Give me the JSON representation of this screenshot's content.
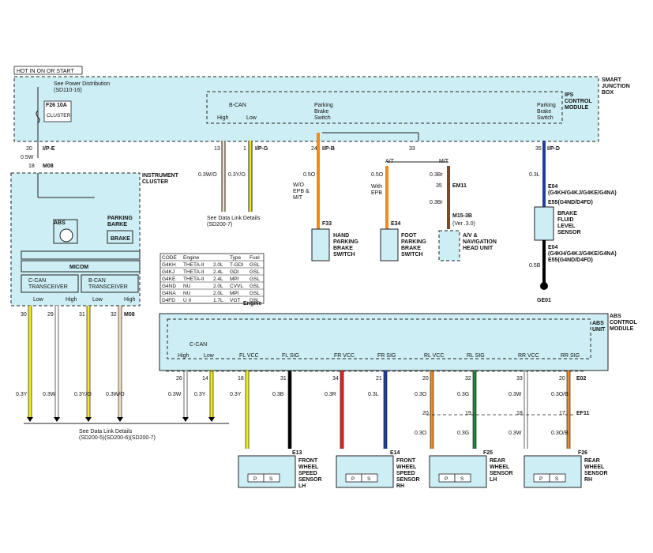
{
  "header_label": "HOT IN ON OR START",
  "sjb": {
    "title": "SMART\nJUNCTION\nBOX",
    "ips": "IPS\nCONTROL\nMODULE",
    "power": "See Power Distribution",
    "power_ref": "(SD110-16)",
    "fuse": "F26 10A",
    "fuse_sub": "CLUSTER",
    "bcan": "B-CAN",
    "high": "High",
    "low": "Low",
    "pbs": "Parking\nBrake\nSwitch"
  },
  "connectors": {
    "ipe": "I/P-E",
    "ipe_pin": "20",
    "m08": "M08",
    "m08_pin": "18",
    "ipg": "I/P-G",
    "ipb": "I/P-B",
    "ipd": "I/P-D",
    "ipg_pin1": "13",
    "ipg_pin2": "1",
    "ipb_pin": "24",
    "j33": "33",
    "ipd_pin": "35"
  },
  "wires": {
    "w05w": "0.5W",
    "w03wo": "0.3W/O",
    "w03yo": "0.3Y/O",
    "w05o_a": "0.5O",
    "w05o_b": "0.5O",
    "w03br": "0.3Br",
    "w03l": "0.3L",
    "w05b": "0.5B",
    "w03br2": "0.3Br"
  },
  "cluster": {
    "title": "INSTRUMENT\nCLUSTER",
    "abs": "ABS",
    "pb": "PARKING\nBARKE",
    "brake": "BRAKE",
    "micom": "MICOM",
    "ccan": "C-CAN\nTRANSCEIVER",
    "bcan": "B-CAN\nTRANSCEIVER",
    "low": "Low",
    "high": "High"
  },
  "datalink1": "See Data Link Details\n(SD200-7)",
  "datalink2": "See Data Link Details\n(SD200-5)(SD200-6)(SD200-7)",
  "labels": {
    "wo_epb": "W/O\nEPB &\nM/T",
    "with_epb": "With\nEPB",
    "at": "A/T",
    "mt": "M/T",
    "f33": "F33",
    "e34": "E34",
    "em11": "EM11",
    "m15": "M15-3B",
    "ver": "(Ver .3.0)",
    "pin35": "35",
    "hand": "HAND\nPARKING\nBRAKE\nSWITCH",
    "foot": "FOOT\nPARKING\nBRAKE\nSWITCH",
    "av": "A/V &\nNAVIGATION\nHEAD UNIT",
    "e04_top": "E04\n(G4KH/G4KJ/G4KE/G4NA)",
    "e55_top": "E55(G4ND/D4FD)",
    "bfl": "BRAKE\nFLUID\nLEVEL\nSENSOR",
    "e04_bot": "E04\n(G4KH/G4KJ/G4KE/G4NA)",
    "e55_bot": "E55(G4ND/D4FD)",
    "ge01": "GE01",
    "engine": "Engine"
  },
  "engine_table": {
    "headers": [
      "CODE",
      "Engine",
      "Type",
      "Fuel"
    ],
    "rows": [
      [
        "G4KH",
        "THETA-II",
        "2.0L",
        "T-GDI",
        "GSL"
      ],
      [
        "G4KJ",
        "THETA-II",
        "2.4L",
        "GDI",
        "GSL"
      ],
      [
        "G4KE",
        "THETA-II",
        "2.4L",
        "MPI",
        "GSL"
      ],
      [
        "G4ND",
        "NU",
        "2.0L",
        "CVVL",
        "GSL"
      ],
      [
        "G4NA",
        "NU",
        "2.0L",
        "MPI",
        "GSL"
      ],
      [
        "D4FD",
        "U II",
        "1.7L",
        "VGT",
        "DSL"
      ]
    ]
  },
  "cluster_pins": [
    {
      "pin": "30",
      "wire": "0.3Y",
      "color": "#f2ea1a"
    },
    {
      "pin": "29",
      "wire": "0.3W",
      "color": "#ffffff"
    },
    {
      "pin": "31",
      "wire": "0.3Y/O",
      "color": "#f2ea1a"
    },
    {
      "pin": "32",
      "wire": "0.3W/O",
      "color": "#f6dcc0"
    }
  ],
  "abs": {
    "title": "ABS\nCONTROL\nMODULE",
    "unit": "ABS\nUNIT",
    "ccan": "C-CAN",
    "e02": "E02",
    "ef11": "EF11",
    "signals": [
      "High",
      "Low",
      "FL VCC",
      "FL SIG",
      "FR VCC",
      "FR SIG",
      "RL VCC",
      "RL SIG",
      "RR VCC",
      "RR SIG"
    ],
    "pins": [
      "26",
      "14",
      "18",
      "31",
      "34",
      "21",
      "20",
      "32",
      "33",
      "20"
    ],
    "wires": [
      "0.3W",
      "0.3Y",
      "0.3Y",
      "0.3B",
      "0.3R",
      "0.3L",
      "0.3O",
      "0.3G",
      "0.3W",
      "0.3O/B"
    ],
    "mid_pins": [
      "20",
      "19",
      "18",
      "17"
    ],
    "mid_wires": [
      "0.3O",
      "0.3G",
      "0.3W",
      "0.3O/B"
    ]
  },
  "sensors": [
    {
      "conn": "E13",
      "name": "FRONT\nWHEEL\nSPEED\nSENSOR\nLH"
    },
    {
      "conn": "E14",
      "name": "FRONT\nWHEEL\nSPEED\nSENSOR\nRH"
    },
    {
      "conn": "F25",
      "name": "REAR\nWHEEL\nSENSOR\nLH"
    },
    {
      "conn": "F26",
      "name": "REAR\nWHEEL\nSENSOR\nRH"
    }
  ],
  "colors": {
    "yellow": "#f2ea1a",
    "orange": "#f08a1c",
    "brown": "#7a4a2a",
    "blue": "#1e3fa0",
    "red": "#e81e1e",
    "green": "#1a8a3a",
    "black": "#000000",
    "panel": "#cdeef4"
  }
}
